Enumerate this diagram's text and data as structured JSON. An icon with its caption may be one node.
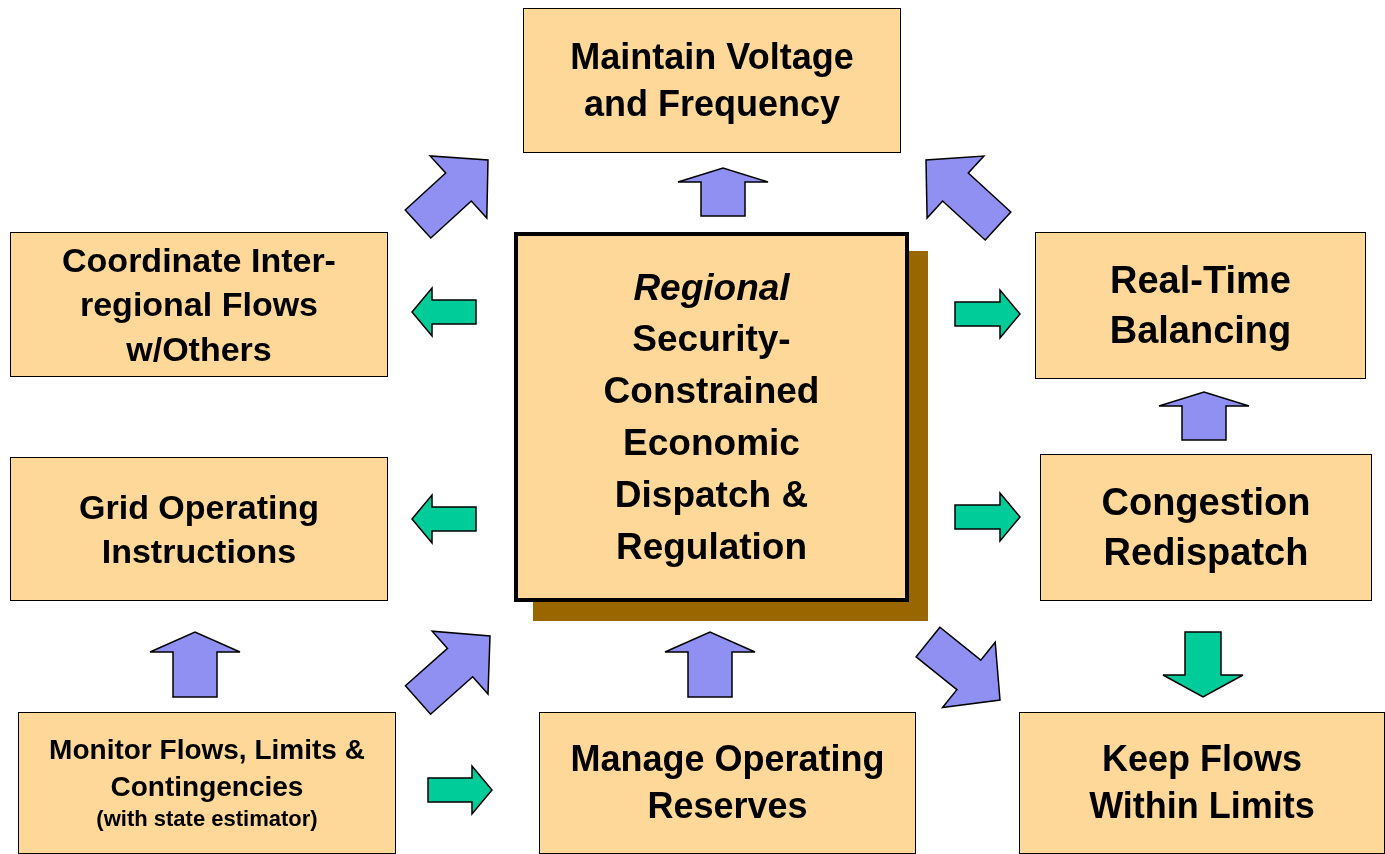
{
  "diagram": {
    "nodes": [
      {
        "text": [
          "Maintain Voltage and Frequency"
        ]
      },
      {
        "text": [
          "Coordinate Inter-regional Flows w/Others"
        ]
      },
      {
        "text": [
          "*Regional* Security-Constrained Economic Dispatch & Regulation"
        ]
      },
      {
        "text": [
          "Real-Time Balancing"
        ]
      },
      {
        "text": [
          "Grid Operating Instructions"
        ]
      },
      {
        "text": [
          "Congestion Redispatch"
        ]
      },
      {
        "text": [
          "Monitor Flows, Limits & Contingencies",
          "(with state estimator)"
        ]
      },
      {
        "text": [
          "Manage Operating Reserves"
        ]
      },
      {
        "text": [
          "Keep Flows Within Limits"
        ]
      }
    ],
    "edges": [
      {
        "from": 2,
        "to": 0,
        "arrow": "to"
      },
      {
        "from": 1,
        "to": 0,
        "arrow": "to"
      },
      {
        "from": 3,
        "to": 0,
        "arrow": "to"
      },
      {
        "from": 2,
        "to": 1,
        "arrow": "to",
        "color": "#00cc99"
      },
      {
        "from": 2,
        "to": 3,
        "arrow": "to",
        "color": "#00cc99"
      },
      {
        "from": 2,
        "to": 4,
        "arrow": "to",
        "color": "#00cc99"
      },
      {
        "from": 2,
        "to": 5,
        "arrow": "to",
        "color": "#00cc99"
      },
      {
        "from": 5,
        "to": 3,
        "arrow": "to"
      },
      {
        "from": 5,
        "to": 8,
        "arrow": "to",
        "color": "#00cc99"
      },
      {
        "from": 6,
        "to": 4,
        "arrow": "to"
      },
      {
        "from": 6,
        "to": 2,
        "arrow": "to"
      },
      {
        "from": 7,
        "to": 2,
        "arrow": "to"
      },
      {
        "from": 2,
        "to": 8,
        "arrow": "to"
      },
      {
        "from": 6,
        "to": 7,
        "arrow": "to",
        "color": "#00cc99"
      }
    ]
  }
}
